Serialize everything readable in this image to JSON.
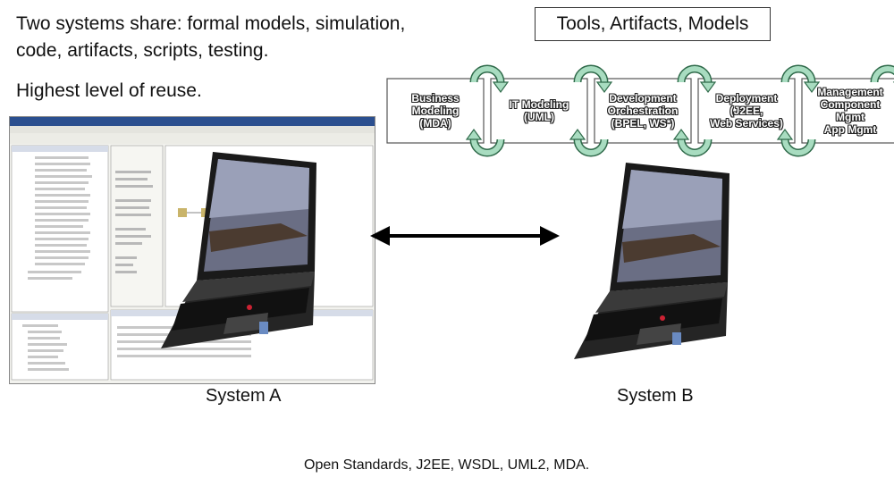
{
  "intro": {
    "line1": "Two systems share: formal models, simulation,",
    "line2": "code, artifacts, scripts, testing.",
    "line3": "Highest level of reuse."
  },
  "tools_box": "Tools, Artifacts, Models",
  "stages": [
    {
      "lines": [
        "Business",
        "Modeling",
        "(MDA)"
      ]
    },
    {
      "lines": [
        "IT Modeling",
        "(UML)"
      ]
    },
    {
      "lines": [
        "Development",
        "Orchestration",
        "(BPEL, WS*)"
      ]
    },
    {
      "lines": [
        "Deployment",
        "(J2EE,",
        "Web Services)"
      ]
    },
    {
      "lines": [
        "Management",
        "Component",
        "Mgmt",
        "App Mgmt"
      ]
    }
  ],
  "systems": {
    "a_label": "System A",
    "b_label": "System B"
  },
  "footer": "Open Standards, J2EE, WSDL, UML2, MDA.",
  "colors": {
    "cycle_arrow_fill": "#a8dcc0",
    "cycle_arrow_stroke": "#2f6a4a",
    "stage_box_fill": "#ffffff",
    "stage_box_stroke": "#555555"
  }
}
